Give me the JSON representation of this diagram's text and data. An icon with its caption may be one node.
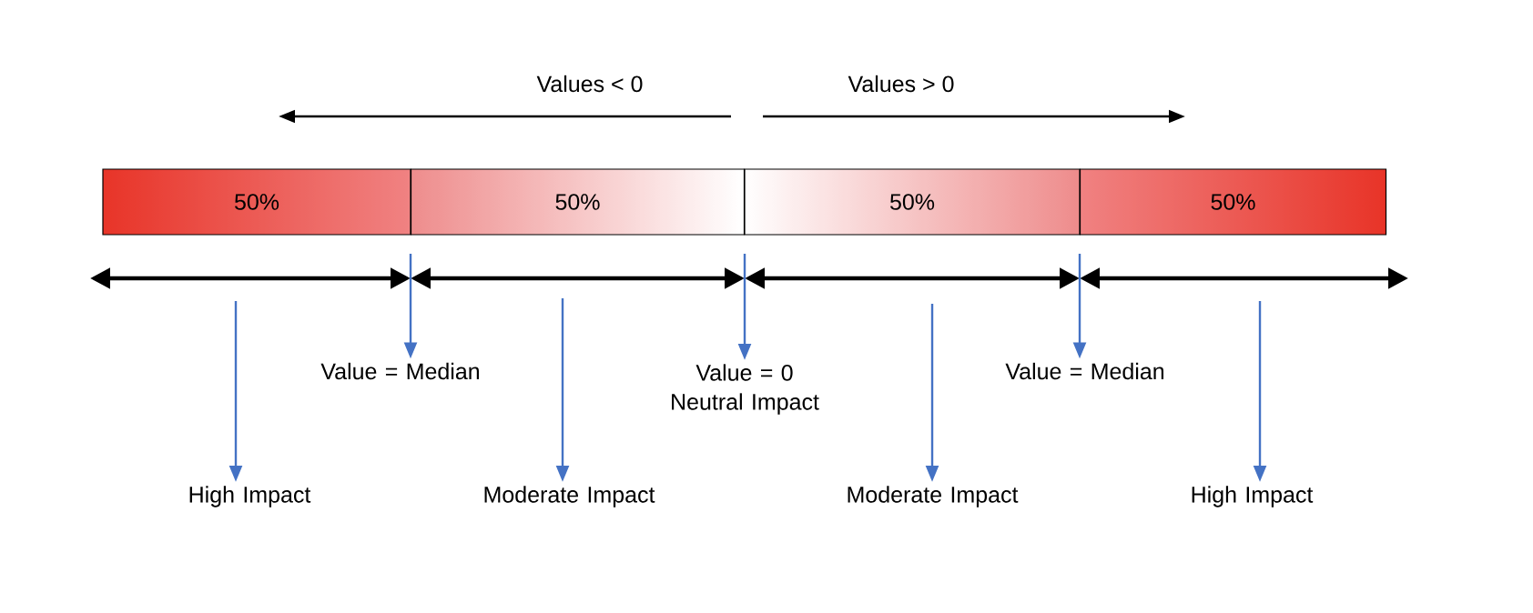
{
  "diagram": {
    "nodes": [
      {
        "text": [
          "50%"
        ]
      },
      {
        "text": [
          "50%"
        ]
      },
      {
        "text": [
          "50%"
        ]
      },
      {
        "text": [
          "50%"
        ]
      },
      {
        "text": [
          "Value = Median"
        ]
      },
      {
        "text": [
          "Value = 0 Neutral Impact"
        ]
      },
      {
        "text": [
          "Value = Median"
        ]
      },
      {
        "text": [
          "High Impact"
        ]
      },
      {
        "text": [
          "Moderate Impact"
        ]
      },
      {
        "text": [
          "Moderate Impact"
        ]
      },
      {
        "text": [
          "High Impact"
        ]
      }
    ],
    "edges": [
      {
        "from": null,
        "to": 4,
        "arrow": "to"
      },
      {
        "from": null,
        "to": 5,
        "arrow": "to"
      },
      {
        "from": null,
        "to": 6,
        "arrow": "to"
      },
      {
        "from": null,
        "to": 7,
        "arrow": "to"
      },
      {
        "from": null,
        "to": 8,
        "arrow": "to"
      },
      {
        "from": null,
        "to": 9,
        "arrow": "to"
      },
      {
        "from": null,
        "to": 10,
        "arrow": "to"
      }
    ],
    "labels": [
      "Values < 0",
      "Values > 0"
    ]
  }
}
